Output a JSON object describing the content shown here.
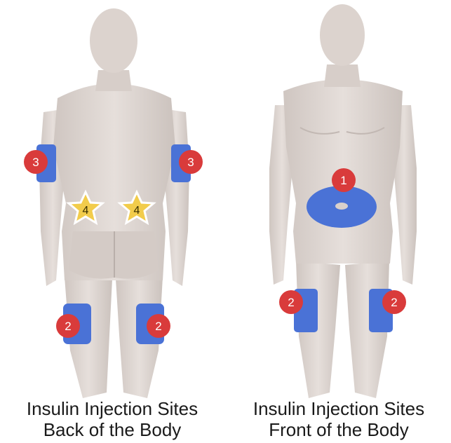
{
  "captions": {
    "back": {
      "line1": "Insulin Injection Sites",
      "line2": "Back of the Body"
    },
    "front": {
      "line1": "Insulin Injection Sites",
      "line2": "Front of the Body"
    }
  },
  "markers": {
    "abdomen": "1",
    "thigh": "2",
    "arm": "3",
    "buttock": "4"
  },
  "colors": {
    "site": "#4a72d6",
    "marker": "#d93b3b",
    "star": "#f2cc4b",
    "skin": "#ddd4cf"
  }
}
